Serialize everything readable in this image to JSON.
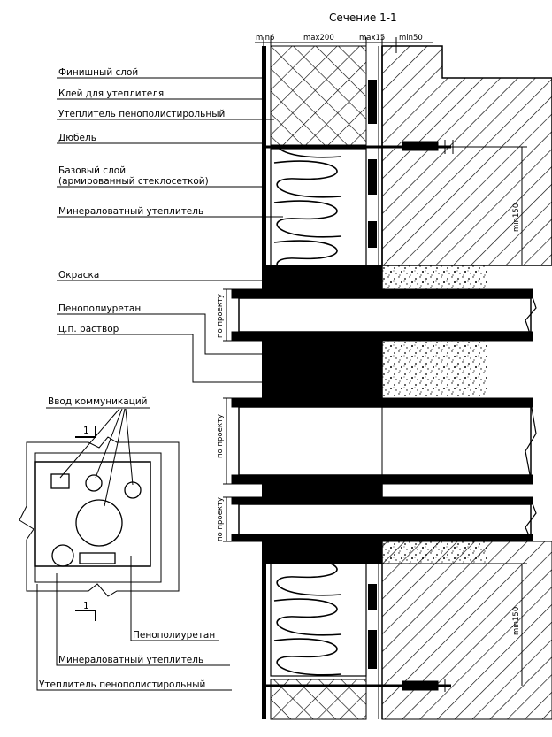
{
  "title": "Сечение 1-1",
  "dimensions": {
    "min6": "min6",
    "max200": "max200",
    "max15": "max15",
    "min50": "min50",
    "min150_top": "min150",
    "min150_bottom": "min150",
    "po_proektu_1": "по проекту",
    "po_proektu_2": "по проекту",
    "po_proektu_3": "по проекту"
  },
  "labels": {
    "finish_layer": "Финишный слой",
    "adhesive": "Клей для утеплителя",
    "eps_insulation": "Утеплитель пенополистирольный",
    "dowel": "Дюбель",
    "base_layer_1": "Базовый слой",
    "base_layer_2": "(армированный стеклосеткой)",
    "mineral_wool": "Минераловатный утеплитель",
    "paint": "Окраска",
    "pu_foam": "Пенополиуретан",
    "cement_mortar": "ц.п. раствор"
  },
  "inset": {
    "title": "Ввод коммуникаций",
    "cut_mark_top": "1",
    "cut_mark_bottom": "1",
    "pu_foam": "Пенополиуретан",
    "mineral_wool": "Минераловатный утеплитель",
    "eps_insulation": "Утеплитель пенополистирольный"
  },
  "colors": {
    "ink": "#000000",
    "paper": "#ffffff"
  }
}
